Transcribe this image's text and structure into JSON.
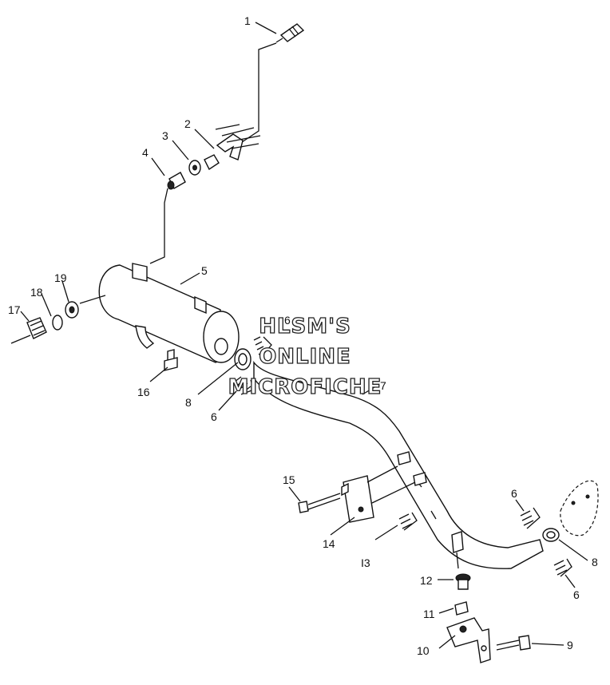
{
  "callouts": {
    "c1": "1",
    "c2": "2",
    "c3": "3",
    "c4": "4",
    "c5": "5",
    "c6a": "6",
    "c6b": "6",
    "c6c": "6",
    "c6d": "6",
    "c7": "7",
    "c8a": "8",
    "c8b": "8",
    "c9": "9",
    "c10": "10",
    "c11": "11",
    "c12": "12",
    "c13": "I3",
    "c14": "14",
    "c15": "15",
    "c16": "16",
    "c17": "17",
    "c18": "18",
    "c19": "19"
  },
  "watermark": {
    "line1": "HLSM'S",
    "line2": "ONLINE",
    "line3": "MICROFICHE"
  }
}
